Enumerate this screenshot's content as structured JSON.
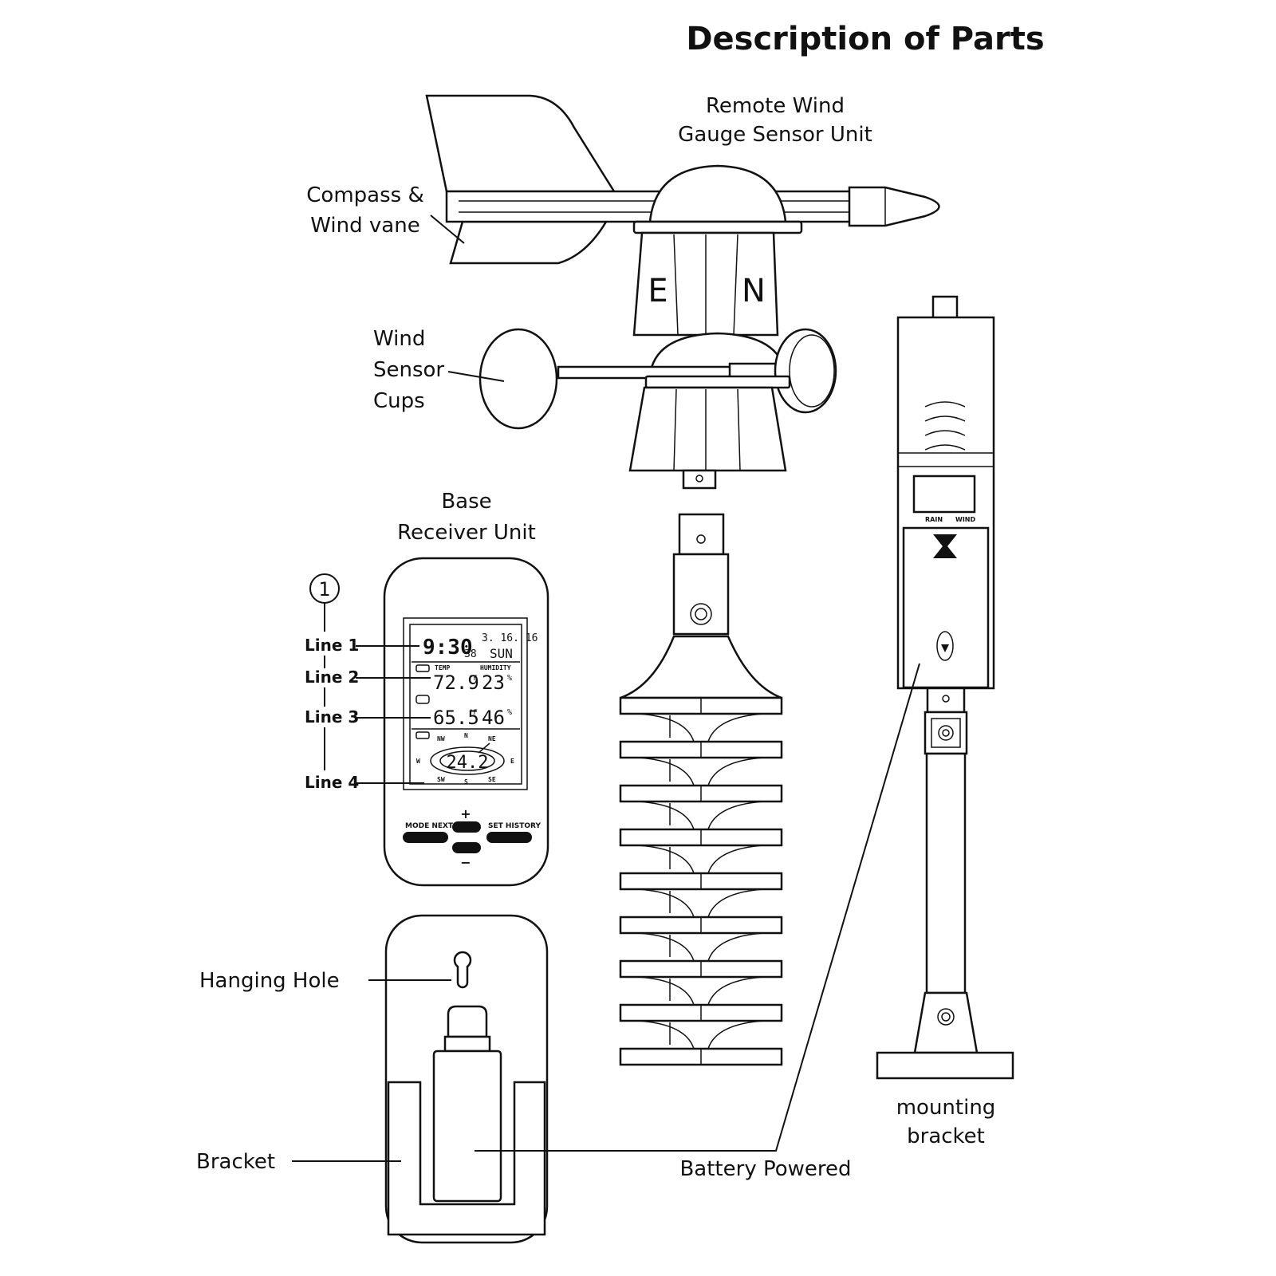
{
  "title": "Description of Parts",
  "labels": {
    "remote_line1": "Remote Wind",
    "remote_line2": "Gauge Sensor Unit",
    "compass_line1": "Compass &",
    "compass_line2": "Wind vane",
    "cups_line1": "Wind",
    "cups_line2": "Sensor",
    "cups_line3": "Cups",
    "base_line1": "Base",
    "base_line2": "Receiver Unit",
    "circle_number": "1",
    "line1": "Line 1",
    "line2": "Line 2",
    "line3": "Line 3",
    "line4": "Line 4",
    "hanging_hole": "Hanging Hole",
    "bracket": "Bracket",
    "battery_powered": "Battery Powered",
    "mounting_line1": "mounting",
    "mounting_line2": "bracket"
  },
  "vane": {
    "east": "E",
    "north": "N"
  },
  "sensor_panel": {
    "rain": "RAIN",
    "wind": "WIND"
  },
  "display": {
    "time": "9:30",
    "seconds": "38",
    "date": "3. 16. 16",
    "day": "SUN",
    "temp_label": "TEMP",
    "humidity_label": "HUMIDITY",
    "indoor_temp": "72.9",
    "indoor_temp_unit": "°F",
    "indoor_humidity": "23",
    "humidity_unit": "%",
    "outdoor_temp": "65.5",
    "outdoor_temp_unit": "°F",
    "outdoor_humidity": "46",
    "wind_speed": "24.2",
    "compass_n": "N",
    "compass_s": "S",
    "compass_e": "E",
    "compass_w": "W",
    "compass_nw": "NW",
    "compass_ne": "NE",
    "compass_sw": "SW",
    "compass_se": "SE"
  },
  "buttons": {
    "mode_next": "MODE NEXT",
    "set_history": "SET HISTORY",
    "plus": "+",
    "minus": "−"
  },
  "colors": {
    "ink": "#111111",
    "paper": "#ffffff"
  }
}
